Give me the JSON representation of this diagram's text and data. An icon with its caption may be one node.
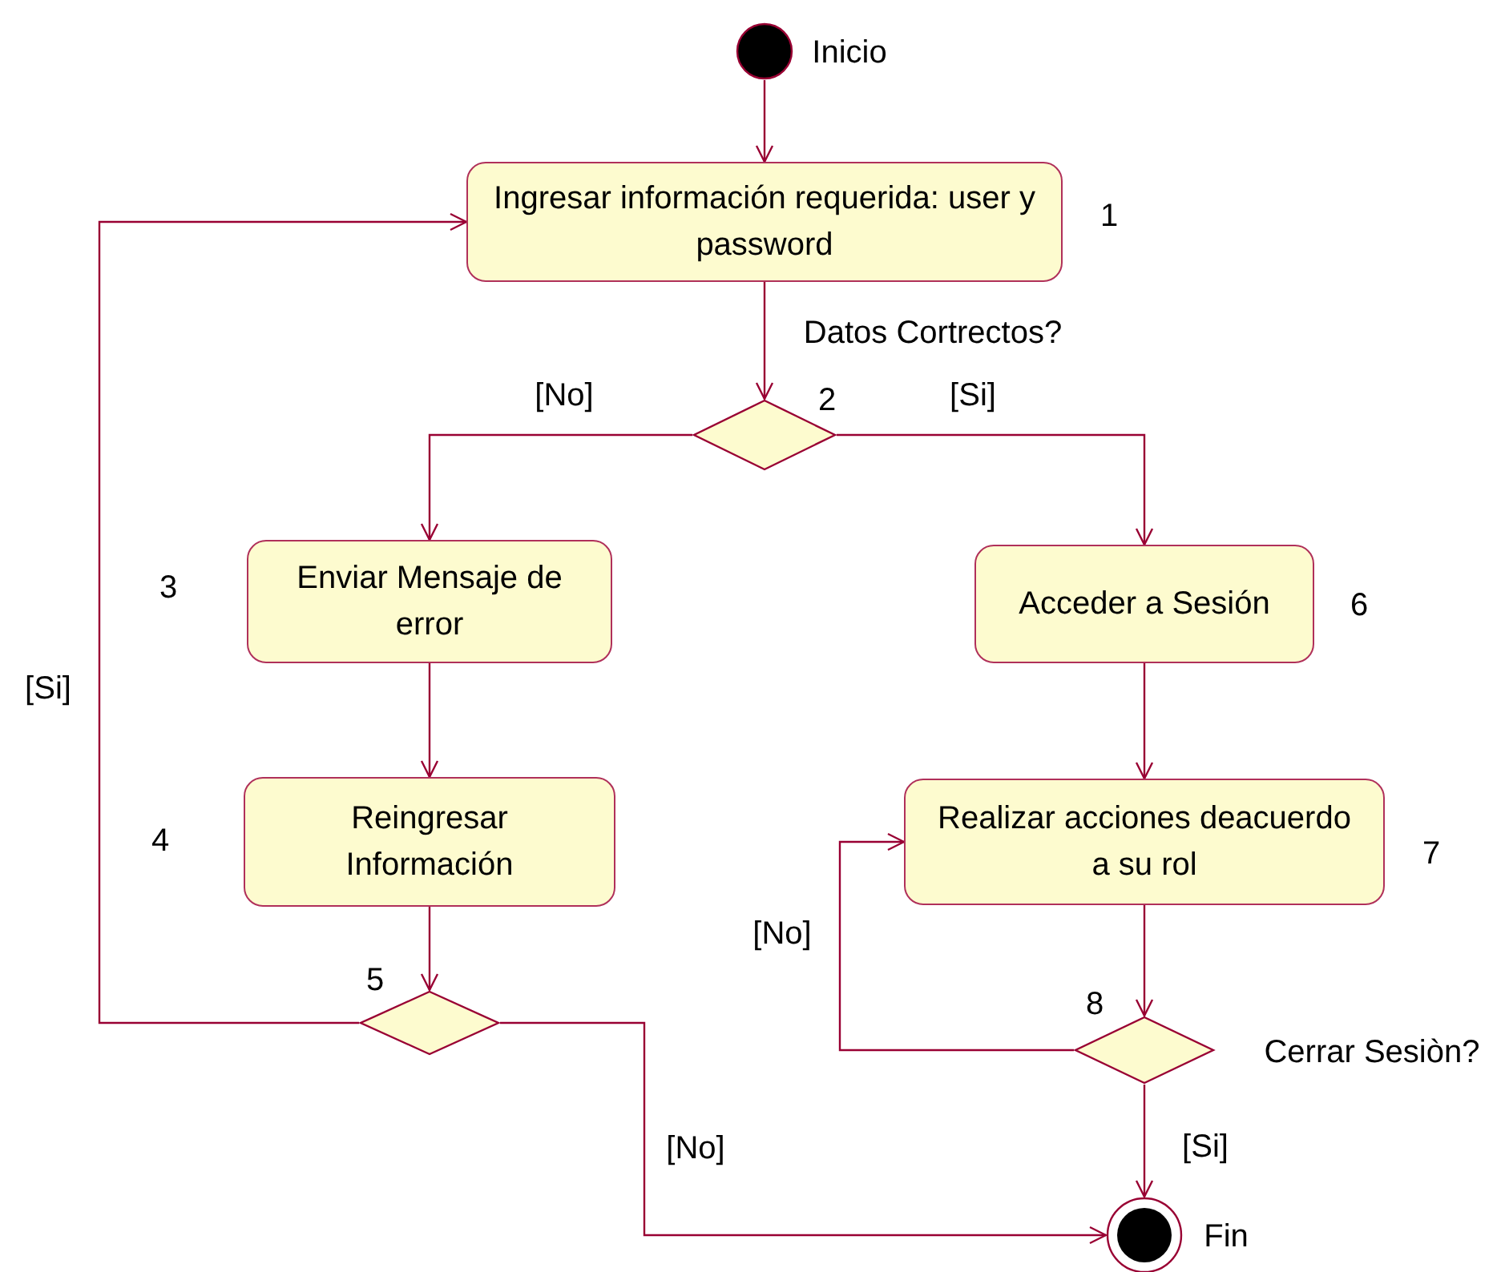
{
  "diagram": {
    "nodes": [
      {
        "text": [],
        "shape": "circle",
        "beside": [
          "Inicio"
        ]
      },
      {
        "text": [
          "Ingresar información requerida: user y password"
        ],
        "beside": [
          "1"
        ]
      },
      {
        "text": [],
        "shape": "diamond",
        "beside": [
          "2"
        ]
      },
      {
        "text": [
          "Enviar Mensaje de error"
        ],
        "beside": [
          "3"
        ]
      },
      {
        "text": [
          "Reingresar Información"
        ],
        "beside": [
          "4"
        ]
      },
      {
        "text": [],
        "shape": "diamond",
        "beside": [
          "5"
        ]
      },
      {
        "text": [
          "Acceder a Sesión"
        ],
        "beside": [
          "6"
        ]
      },
      {
        "text": [
          "Realizar acciones deacuerdo a su rol"
        ],
        "beside": [
          "7"
        ]
      },
      {
        "text": [],
        "shape": "diamond",
        "beside": [
          "8",
          "Cerrar Sesiòn?"
        ]
      },
      {
        "text": [],
        "shape": "bullseye",
        "beside": [
          "Fin"
        ]
      }
    ],
    "edges": [
      {
        "from": 0,
        "to": 1,
        "arrow": "to"
      },
      {
        "from": 1,
        "to": 2,
        "arrow": "to",
        "label": "Datos Cortrectos?"
      },
      {
        "from": 2,
        "to": 3,
        "arrow": "to",
        "label": "[No]"
      },
      {
        "from": 2,
        "to": 6,
        "arrow": "to",
        "label": "[Si]"
      },
      {
        "from": 3,
        "to": 4,
        "arrow": "to"
      },
      {
        "from": 4,
        "to": 5,
        "arrow": "to"
      },
      {
        "from": 5,
        "to": 1,
        "arrow": "to",
        "label": "[Si]"
      },
      {
        "from": 5,
        "to": 9,
        "arrow": "to",
        "label": "[No]"
      },
      {
        "from": 6,
        "to": 7,
        "arrow": "to"
      },
      {
        "from": 7,
        "to": 8,
        "arrow": "to"
      },
      {
        "from": 8,
        "to": 7,
        "arrow": "to",
        "label": "[No]"
      },
      {
        "from": 8,
        "to": 9,
        "arrow": "to",
        "label": "[Si]"
      }
    ]
  }
}
